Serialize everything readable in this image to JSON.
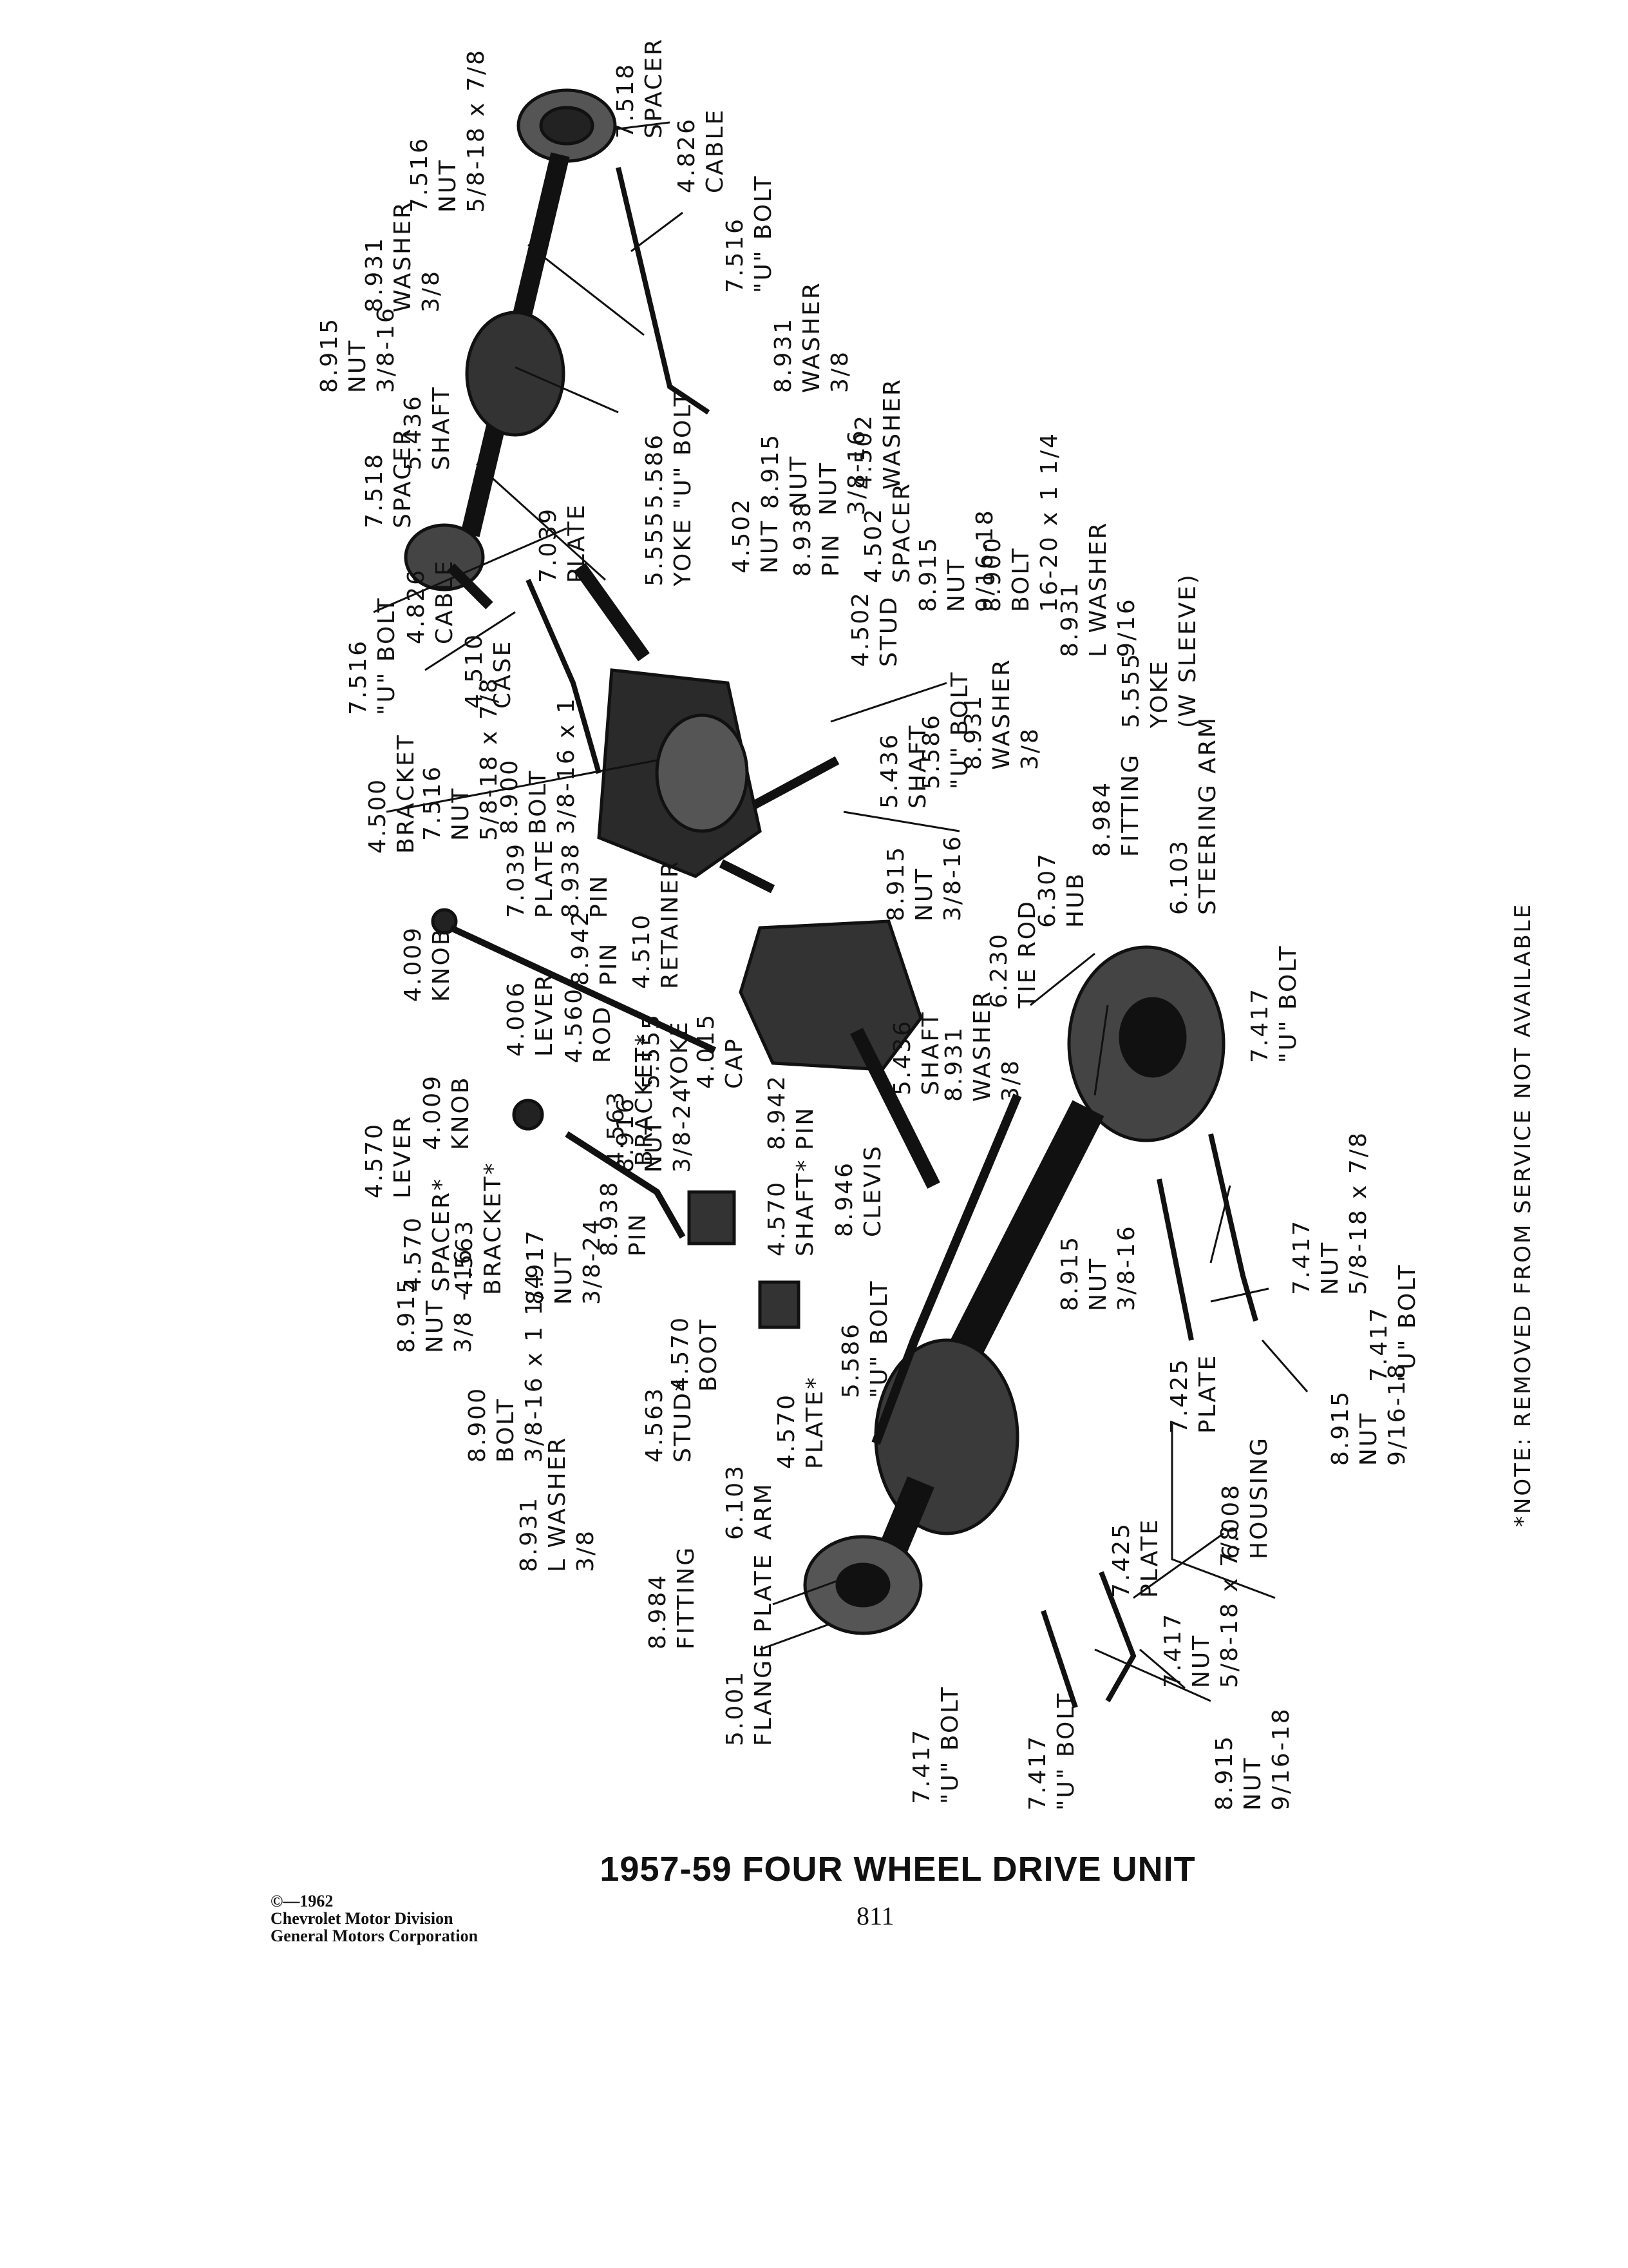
{
  "title": "1957-59 FOUR WHEEL DRIVE UNIT",
  "page_number": "811",
  "copyright": {
    "line1": "©—1962",
    "line2": "Chevrolet Motor Division",
    "line3": "General Motors Corporation"
  },
  "note": "*NOTE: REMOVED FROM SERVICE NOT AVAILABLE",
  "ink_color": "#111111",
  "callouts": [
    {
      "id": "c01",
      "lines": [
        "7.518",
        "SPACER"
      ]
    },
    {
      "id": "c02",
      "lines": [
        "4.826",
        "CABLE"
      ]
    },
    {
      "id": "c03",
      "lines": [
        "7.516",
        "NUT",
        "5/8-18 x 7/8"
      ]
    },
    {
      "id": "c04",
      "lines": [
        "7.516",
        "\"U\" BOLT"
      ]
    },
    {
      "id": "c05",
      "lines": [
        "8.931",
        "WASHER",
        "3/8"
      ]
    },
    {
      "id": "c06",
      "lines": [
        "8.915",
        "NUT",
        "3/8-16"
      ]
    },
    {
      "id": "c07",
      "lines": [
        "8.931",
        "WASHER",
        "3/8"
      ]
    },
    {
      "id": "c08",
      "lines": [
        "5.436",
        "SHAFT"
      ]
    },
    {
      "id": "c09",
      "lines": [
        "7.518",
        "SPACER"
      ]
    },
    {
      "id": "c10",
      "lines": [
        "5.586",
        "\"U\" BOLT"
      ]
    },
    {
      "id": "c11",
      "lines": [
        "8.915",
        "NUT"
      ]
    },
    {
      "id": "c12",
      "lines": [
        "NUT",
        "3/8-16"
      ]
    },
    {
      "id": "c13",
      "lines": [
        "4.502",
        "WASHER"
      ]
    },
    {
      "id": "c14",
      "lines": [
        "5.555",
        "YOKE"
      ]
    },
    {
      "id": "c15",
      "lines": [
        "4.502",
        "NUT"
      ]
    },
    {
      "id": "c16",
      "lines": [
        "8.938",
        "PIN"
      ]
    },
    {
      "id": "c17",
      "lines": [
        "4.502",
        "SPACER"
      ]
    },
    {
      "id": "c18",
      "lines": [
        "7.039",
        "PLATE"
      ]
    },
    {
      "id": "c19",
      "lines": [
        "4.502",
        "STUD"
      ]
    },
    {
      "id": "c20",
      "lines": [
        "8.915",
        "NUT",
        "9/16-18"
      ]
    },
    {
      "id": "c21",
      "lines": [
        "8.900",
        "BOLT",
        "16-20 x 1 1/4"
      ]
    },
    {
      "id": "c22",
      "lines": [
        "4.826",
        "CABLE"
      ]
    },
    {
      "id": "c23",
      "lines": [
        "8.931",
        "L WASHER",
        "9/16"
      ]
    },
    {
      "id": "c24",
      "lines": [
        "7.516",
        "\"U\" BOLT"
      ]
    },
    {
      "id": "c25",
      "lines": [
        "4.510",
        "CASE"
      ]
    },
    {
      "id": "c26",
      "lines": [
        "5.555",
        "YOKE",
        "(W SLEEVE)"
      ]
    },
    {
      "id": "c27",
      "lines": [
        "4.500",
        "BRACKET"
      ]
    },
    {
      "id": "c28",
      "lines": [
        "7.516",
        "NUT",
        "5/8-18 x 7/8"
      ]
    },
    {
      "id": "c29",
      "lines": [
        "8.900",
        "BOLT",
        "3/8-16 x 1"
      ]
    },
    {
      "id": "c30",
      "lines": [
        "8.931",
        "WASHER",
        "3/8"
      ]
    },
    {
      "id": "c31",
      "lines": [
        "5.436",
        "SHAFT"
      ]
    },
    {
      "id": "c32",
      "lines": [
        "5.586",
        "\"U\" BOLT"
      ]
    },
    {
      "id": "c33",
      "lines": [
        "7.039",
        "PLATE"
      ]
    },
    {
      "id": "c34",
      "lines": [
        "8.938",
        "PIN"
      ]
    },
    {
      "id": "c35",
      "lines": [
        "8.942",
        "PIN"
      ]
    },
    {
      "id": "c36",
      "lines": [
        "8.915",
        "NUT",
        "3/8-16"
      ]
    },
    {
      "id": "c37",
      "lines": [
        "8.984",
        "FITTING"
      ]
    },
    {
      "id": "c38",
      "lines": [
        "6.307",
        "HUB"
      ]
    },
    {
      "id": "c39",
      "lines": [
        "6.103",
        "STEERING ARM"
      ]
    },
    {
      "id": "c40",
      "lines": [
        "4.009",
        "KNOB"
      ]
    },
    {
      "id": "c41",
      "lines": [
        "4.510",
        "RETAINER"
      ]
    },
    {
      "id": "c42",
      "lines": [
        "6.230",
        "TIE ROD"
      ]
    },
    {
      "id": "c43",
      "lines": [
        "4.006",
        "LEVER"
      ]
    },
    {
      "id": "c44",
      "lines": [
        "4.560",
        "ROD"
      ]
    },
    {
      "id": "c45",
      "lines": [
        "5.555",
        "YOKE"
      ]
    },
    {
      "id": "c46",
      "lines": [
        "4.015",
        "CAP"
      ]
    },
    {
      "id": "c47",
      "lines": [
        "5.436",
        "SHAFT"
      ]
    },
    {
      "id": "c48",
      "lines": [
        "8.931",
        "WASHER",
        "3/8"
      ]
    },
    {
      "id": "c49",
      "lines": [
        "7.417",
        "\"U\" BOLT"
      ]
    },
    {
      "id": "c50",
      "lines": [
        "4.009",
        "KNOB"
      ]
    },
    {
      "id": "c51",
      "lines": [
        "4.563",
        "BRACKET*"
      ]
    },
    {
      "id": "c52",
      "lines": [
        "8.916",
        "NUT",
        "3/8-24"
      ]
    },
    {
      "id": "c53",
      "lines": [
        "8.942",
        "PIN"
      ]
    },
    {
      "id": "c54",
      "lines": [
        "4.570",
        "LEVER"
      ]
    },
    {
      "id": "c55",
      "lines": [
        "4.570",
        "SPACER*"
      ]
    },
    {
      "id": "c56",
      "lines": [
        "4.563",
        "BRACKET*"
      ]
    },
    {
      "id": "c57",
      "lines": [
        "8.938",
        "PIN"
      ]
    },
    {
      "id": "c58",
      "lines": [
        "8.946",
        "CLEVIS"
      ]
    },
    {
      "id": "c59",
      "lines": [
        "4.570",
        "SHAFT*"
      ]
    },
    {
      "id": "c60",
      "lines": [
        "8.917",
        "NUT",
        "3/8-24"
      ]
    },
    {
      "id": "c61",
      "lines": [
        "8.915",
        "NUT",
        "3/8 - 16"
      ]
    },
    {
      "id": "c62",
      "lines": [
        "8.915",
        "NUT",
        "3/8-16"
      ]
    },
    {
      "id": "c63",
      "lines": [
        "7.417",
        "NUT",
        "5/8-18 x 7/8"
      ]
    },
    {
      "id": "c64",
      "lines": [
        "7.417",
        "\"U\" BOLT"
      ]
    },
    {
      "id": "c65",
      "lines": [
        "4.570",
        "BOOT"
      ]
    },
    {
      "id": "c66",
      "lines": [
        "5.586",
        "\"U\" BOLT"
      ]
    },
    {
      "id": "c67",
      "lines": [
        "8.900",
        "BOLT",
        "3/8-16 x 1 1/4"
      ]
    },
    {
      "id": "c68",
      "lines": [
        "4.563",
        "STUD*"
      ]
    },
    {
      "id": "c69",
      "lines": [
        "4.570",
        "PLATE*"
      ]
    },
    {
      "id": "c70",
      "lines": [
        "7.425",
        "PLATE"
      ]
    },
    {
      "id": "c71",
      "lines": [
        "8.915",
        "NUT",
        "9/16-18"
      ]
    },
    {
      "id": "c72",
      "lines": [
        "8.931",
        "L WASHER",
        "3/8"
      ]
    },
    {
      "id": "c73",
      "lines": [
        "6.103",
        "ARM"
      ]
    },
    {
      "id": "c74",
      "lines": [
        "6.008",
        "HOUSING"
      ]
    },
    {
      "id": "c75",
      "lines": [
        "8.984",
        "FITTING"
      ]
    },
    {
      "id": "c76",
      "lines": [
        "7.425",
        "PLATE"
      ]
    },
    {
      "id": "c77",
      "lines": [
        "5.001",
        "FLANGE PLATE"
      ]
    },
    {
      "id": "c78",
      "lines": [
        "7.417",
        "NUT",
        "5/8-18 x 7/8"
      ]
    },
    {
      "id": "c79",
      "lines": [
        "7.417",
        "\"U\" BOLT"
      ]
    },
    {
      "id": "c80",
      "lines": [
        "7.417",
        "\"U\" BOLT"
      ]
    },
    {
      "id": "c81",
      "lines": [
        "8.915",
        "NUT",
        "9/16-18"
      ]
    }
  ]
}
